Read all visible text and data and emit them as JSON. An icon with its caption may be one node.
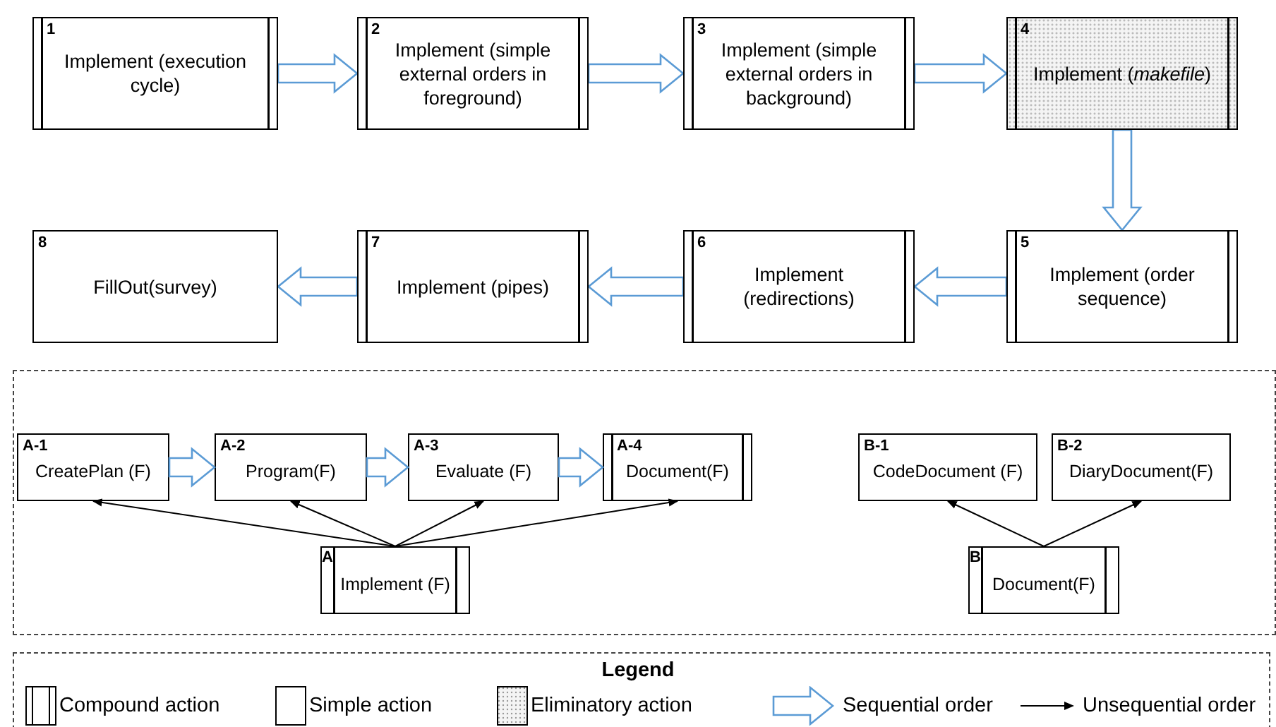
{
  "diagram": {
    "nodes": [
      {
        "text": [
          "1",
          "Implement (execution cycle)"
        ]
      },
      {
        "text": [
          "2",
          "Implement (simple external orders in foreground)"
        ]
      },
      {
        "text": [
          "3",
          "Implement (simple external orders in background)"
        ]
      },
      {
        "text": [
          "4",
          "Implement (*makefile*)"
        ]
      },
      {
        "text": [
          "8",
          "FillOut(survey)"
        ]
      },
      {
        "text": [
          "7",
          "Implement (pipes)"
        ]
      },
      {
        "text": [
          "6",
          "Implement (redirections)"
        ]
      },
      {
        "text": [
          "5",
          "Implement (order sequence)"
        ]
      },
      {
        "text": [],
        "shape": "box"
      },
      {
        "text": [
          "A-1",
          "CreatePlan (F)"
        ],
        "in": 8
      },
      {
        "text": [
          "A-2",
          "Program(F)"
        ],
        "in": 8
      },
      {
        "text": [
          "A-3",
          "Evaluate (F)"
        ],
        "in": 8
      },
      {
        "text": [
          "A-4",
          "Document(F)"
        ],
        "in": 8
      },
      {
        "text": [
          "A",
          "Implement (F)"
        ],
        "in": 8
      },
      {
        "text": [
          "B-1",
          "CodeDocument (F)"
        ],
        "in": 8
      },
      {
        "text": [
          "B-2",
          "DiaryDocument(F)"
        ],
        "in": 8
      },
      {
        "text": [
          "B",
          "Document(F)"
        ],
        "in": 8
      }
    ],
    "edges": [
      {
        "from": 0,
        "to": 1,
        "arrow": "to",
        "style": "thick"
      },
      {
        "from": 1,
        "to": 2,
        "arrow": "to",
        "style": "thick"
      },
      {
        "from": 2,
        "to": 3,
        "arrow": "to",
        "style": "thick"
      },
      {
        "from": 3,
        "to": 7,
        "arrow": "to",
        "style": "thick"
      },
      {
        "from": 7,
        "to": 6,
        "arrow": "to",
        "style": "thick"
      },
      {
        "from": 6,
        "to": 5,
        "arrow": "to",
        "style": "thick"
      },
      {
        "from": 5,
        "to": 4,
        "arrow": "to",
        "style": "thick"
      },
      {
        "from": 9,
        "to": 10,
        "arrow": "to",
        "style": "thick"
      },
      {
        "from": 10,
        "to": 11,
        "arrow": "to",
        "style": "thick"
      },
      {
        "from": 11,
        "to": 12,
        "arrow": "to",
        "style": "thick"
      },
      {
        "from": 13,
        "to": 9,
        "arrow": "to"
      },
      {
        "from": 13,
        "to": 10,
        "arrow": "to"
      },
      {
        "from": 13,
        "to": 11,
        "arrow": "to"
      },
      {
        "from": 13,
        "to": 12,
        "arrow": "to"
      },
      {
        "from": 16,
        "to": 14,
        "arrow": "to"
      },
      {
        "from": 16,
        "to": 15,
        "arrow": "to"
      }
    ],
    "labels": [
      "Legend"
    ],
    "legend": [
      {
        "text": "Compound action"
      },
      {
        "text": "Simple action"
      },
      {
        "text": "Eliminatory action"
      },
      {
        "text": "Sequential order"
      },
      {
        "text": "Unsequential order"
      }
    ]
  }
}
